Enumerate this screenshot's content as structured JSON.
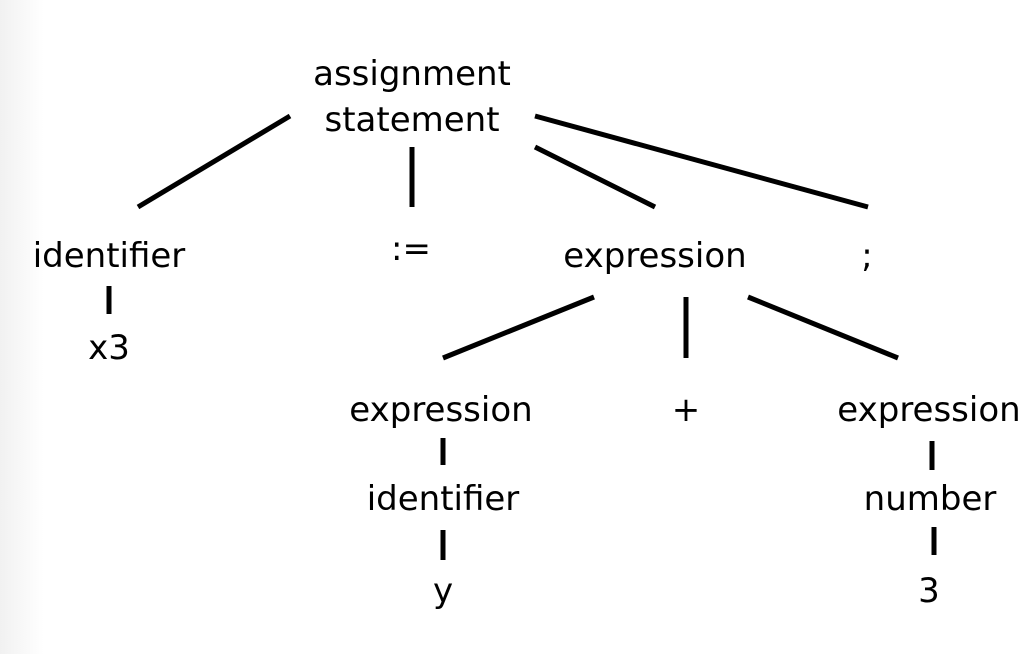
{
  "diagram": {
    "type": "parse-tree",
    "colors": {
      "background": "#ffffff",
      "ink": "#000000"
    },
    "nodes": {
      "root": {
        "line1": "assignment",
        "line2": "statement"
      },
      "identifier_left": "identifier",
      "x3": "x3",
      "assign_op": ":=",
      "expression_main": "expression",
      "semicolon": ";",
      "expression_left": "expression",
      "plus": "+",
      "expression_right": "expression",
      "identifier_y": "identifier",
      "y": "y",
      "number": "number",
      "three": "3"
    }
  }
}
